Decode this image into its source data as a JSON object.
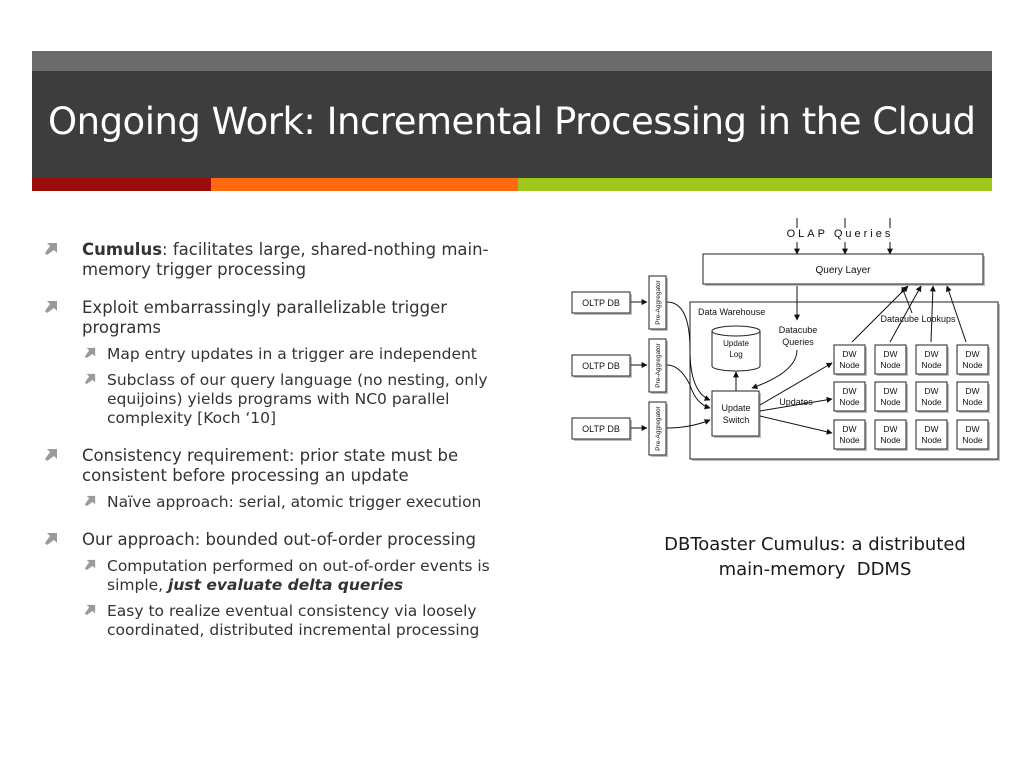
{
  "slide": {
    "title": "Ongoing Work: Incremental Processing in the Cloud",
    "accent_colors": [
      "#9b0d0d",
      "#ff6a10",
      "#9fc71b"
    ]
  },
  "bullets": [
    {
      "lead": "Cumulus",
      "text": ": facilitates large, shared-nothing main-memory trigger processing",
      "subs": []
    },
    {
      "lead": "",
      "text": "Exploit embarrassingly parallelizable trigger programs",
      "subs": [
        {
          "text": "Map entry updates in a trigger are independent",
          "em": ""
        },
        {
          "text": "Subclass of our query language (no nesting, only equijoins) yields programs with NC0 parallel complexity [Koch ‘10]",
          "em": ""
        }
      ]
    },
    {
      "lead": "",
      "text": "Consistency requirement: prior state must be consistent before processing an update",
      "subs": [
        {
          "text": "Naïve approach: serial, atomic trigger execution",
          "em": ""
        }
      ]
    },
    {
      "lead": "",
      "text": "Our approach: bounded out-of-order processing",
      "subs": [
        {
          "text": "Computation performed on out-of-order events is simple, ",
          "em": "just evaluate delta queries"
        },
        {
          "text": "Easy to realize eventual consistency via loosely coordinated, distributed incremental processing",
          "em": ""
        }
      ]
    }
  ],
  "diagram": {
    "olap_label": "OLAP Queries",
    "query_layer": "Query Layer",
    "data_warehouse": "Data Warehouse",
    "update_log": [
      "Update",
      "Log"
    ],
    "datacube_queries": [
      "Datacube",
      "Queries"
    ],
    "datacube_lookups": "Datacube Lookups",
    "update_switch": [
      "Update",
      "Switch"
    ],
    "updates": "Updates",
    "oltp_db": [
      "OLTP DB",
      "OLTP DB",
      "OLTP DB"
    ],
    "pre_aggregator": "Pre-Aggregator",
    "dw_node": [
      "DW",
      "Node"
    ]
  },
  "caption": {
    "line1": "DBToaster Cumulus: a distributed",
    "line2": "main-memory  DDMS"
  }
}
